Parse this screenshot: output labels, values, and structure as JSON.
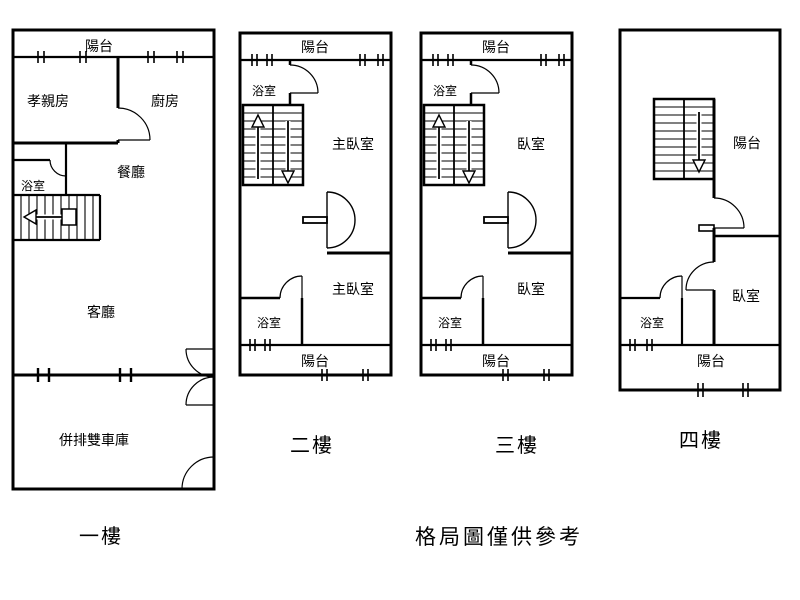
{
  "caption": "格局圖僅供參考",
  "floors": {
    "f1": {
      "name": "一樓",
      "balcony": "陽台",
      "parents_room": "孝親房",
      "kitchen": "廚房",
      "dining": "餐廳",
      "bath": "浴室",
      "living": "客廳",
      "garage": "併排雙車庫"
    },
    "f2": {
      "name": "二樓",
      "balcony_top": "陽台",
      "bath_top": "浴室",
      "bedroom_top": "主臥室",
      "bedroom_bottom": "主臥室",
      "bath_bottom": "浴室",
      "balcony_bottom": "陽台"
    },
    "f3": {
      "name": "三樓",
      "balcony_top": "陽台",
      "bath_top": "浴室",
      "bedroom_top": "臥室",
      "bedroom_bottom": "臥室",
      "bath_bottom": "浴室",
      "balcony_bottom": "陽台"
    },
    "f4": {
      "name": "四樓",
      "balcony_upper": "陽台",
      "bedroom": "臥室",
      "bath": "浴室",
      "balcony_bottom": "陽台"
    }
  }
}
